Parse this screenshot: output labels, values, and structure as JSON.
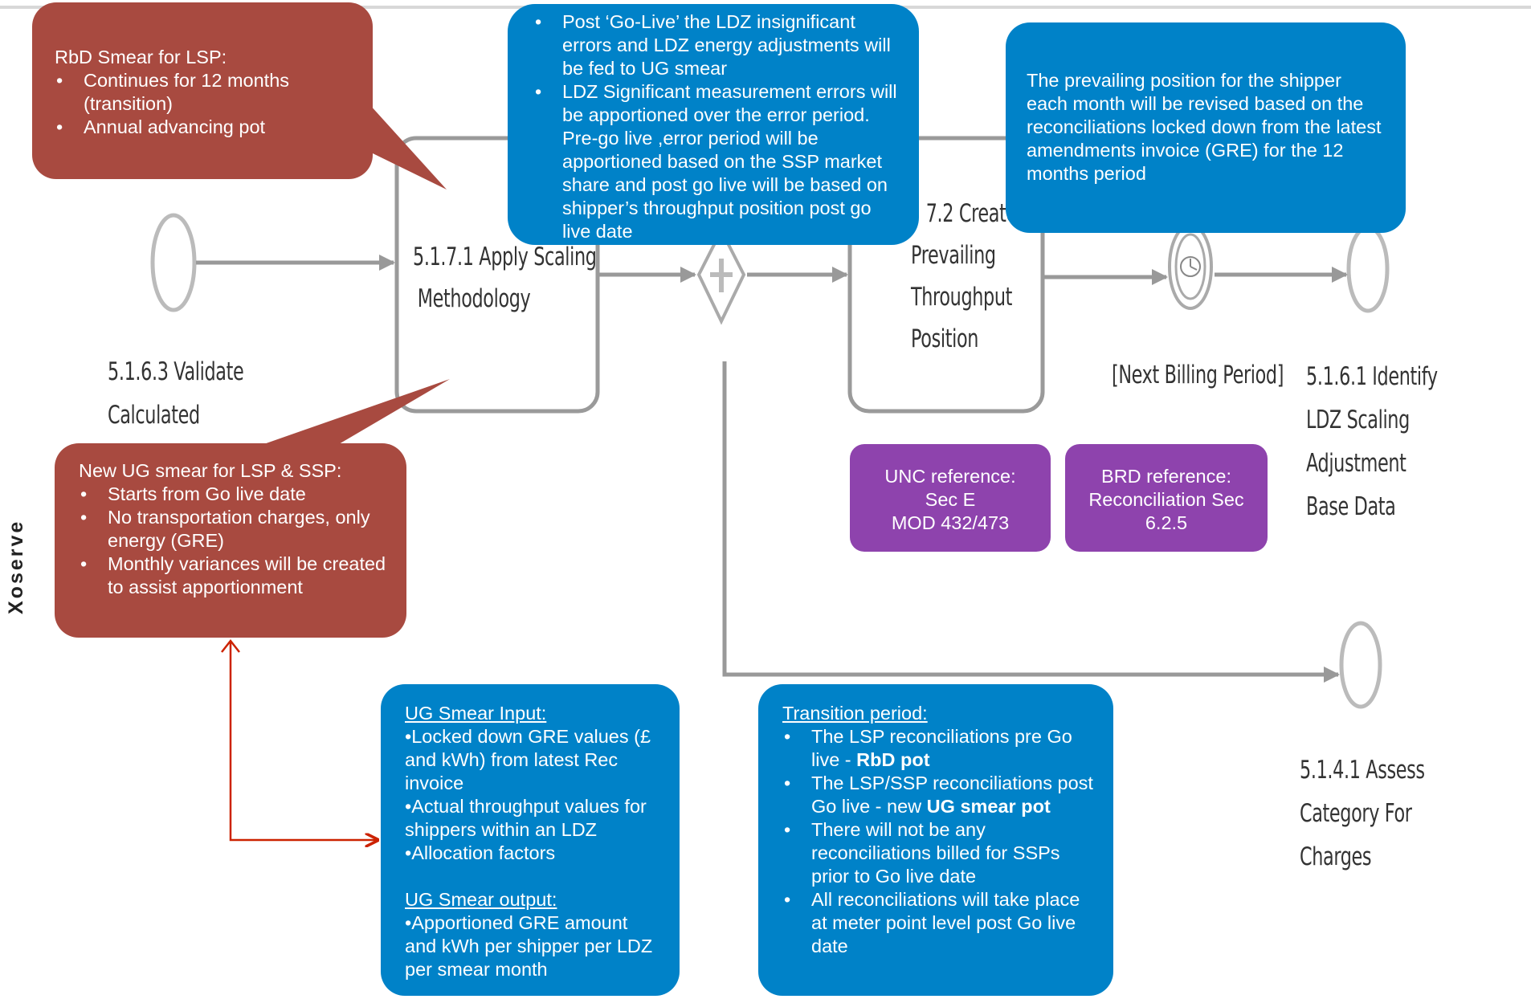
{
  "brand": "Xoserve",
  "colors": {
    "red_callout": "#a84a40",
    "blue_callout": "#0082c8",
    "purple_box": "#8e43ad",
    "arrow": "#999999",
    "red_connector": "#cc2200"
  },
  "nodes": {
    "start_label": [
      "5.1.6.3 Validate",
      "Calculated"
    ],
    "task1_label": [
      "5.1.7.1 Apply Scaling",
      "Methodology"
    ],
    "task2_label": [
      "7.2 Create",
      "Prevailing",
      "Throughput",
      "Position"
    ],
    "timer_label": "[Next Billing Period]",
    "end1_label": [
      "5.1.6.1 Identify",
      "LDZ Scaling",
      "Adjustment",
      "Base Data"
    ],
    "end2_label": [
      "5.1.4.1 Assess",
      "Category For",
      "Charges"
    ]
  },
  "rbd_callout": {
    "title": "RbD Smear for LSP:",
    "items": [
      "Continues for 12 months (transition)",
      "Annual advancing pot"
    ]
  },
  "golive_callout": {
    "items": [
      "Post ‘Go-Live’ the LDZ insignificant errors and LDZ energy adjustments will be fed to UG smear",
      "LDZ Significant measurement errors will be apportioned over the error period.  Pre-go live ,error period will be apportioned based on the SSP market share and post go live will be based on  shipper’s throughput position post go live date"
    ]
  },
  "prevailing_callout": {
    "text": "The prevailing position for the shipper each month will be revised based on the reconciliations locked down from the latest amendments invoice (GRE) for the 12 months period"
  },
  "ug_callout": {
    "title": "New UG smear for LSP & SSP:",
    "items": [
      "Starts from Go live date",
      "No transportation charges, only energy (GRE)",
      "Monthly variances will be created to assist apportionment"
    ]
  },
  "unc_ref": {
    "lines": [
      "UNC reference:",
      "Sec E",
      "MOD 432/473"
    ]
  },
  "brd_ref": {
    "lines": [
      "BRD reference:",
      "Reconciliation Sec",
      "6.2.5"
    ]
  },
  "ug_io_callout": {
    "input_title": "UG Smear Input:",
    "input_items": [
      "•Locked down  GRE values (£ and kWh) from latest Rec invoice",
      "•Actual throughput values for shippers within an LDZ",
      "•Allocation factors"
    ],
    "output_title": "UG Smear output:",
    "output_items": [
      "•Apportioned GRE amount and kWh per shipper per LDZ per smear month"
    ]
  },
  "transition_callout": {
    "title": "Transition period:",
    "items": [
      {
        "pre": "The LSP reconciliations pre Go live  - ",
        "bold": "RbD pot",
        "post": ""
      },
      {
        "pre": "The LSP/SSP reconciliations post Go live - new ",
        "bold": "UG smear pot",
        "post": ""
      },
      {
        "pre": "There will not be any reconciliations billed for SSPs prior to Go live date",
        "bold": "",
        "post": ""
      },
      {
        "pre": "All reconciliations will take place at meter point level post Go live date",
        "bold": "",
        "post": ""
      }
    ]
  }
}
